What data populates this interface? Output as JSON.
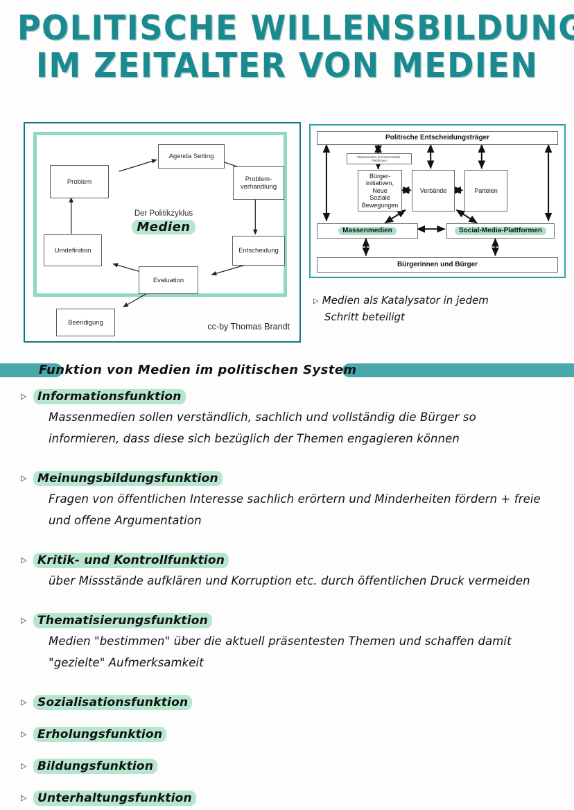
{
  "title": {
    "line1": "POLITISCHE WILLENSBILDUNG",
    "line2": "IM ZEITALTER VON MEDIEN",
    "color": "#1a8a8f"
  },
  "colors": {
    "teal": "#1a8a8f",
    "banner_teal": "#49a8ac",
    "mint_highlight": "#b7e6cf",
    "diagram_border": "#11767e",
    "diagram_inner_frame": "#8fd9c0"
  },
  "policy_cycle_diagram": {
    "center_label": "Der Politikzyklus",
    "center_highlight": "Medien",
    "credit": "cc-by Thomas Brandt",
    "nodes": [
      {
        "id": "problem",
        "label": "Problem"
      },
      {
        "id": "agenda",
        "label": "Agenda Setting"
      },
      {
        "id": "verhandlung",
        "label": "Problem-\nverhandlung"
      },
      {
        "id": "entscheidung",
        "label": "Entscheidung"
      },
      {
        "id": "evaluation",
        "label": "Evaluation"
      },
      {
        "id": "umdefinition",
        "label": "Umdefinition"
      },
      {
        "id": "beendigung",
        "label": "Beendigung"
      }
    ]
  },
  "political_system_diagram": {
    "top_box": "Politische Entscheidungsträger",
    "small_box": "Massenmedien und Social-Media-Plattformen",
    "middle_boxes": [
      "Bürger-\ninitiativen,\nNeue\nSoziale\nBewegungen",
      "Verbände",
      "Parteien"
    ],
    "media_boxes": [
      "Massenmedien",
      "Social-Media-Plattformen"
    ],
    "bottom_box": "Bürgerinnen und Bürger"
  },
  "note": {
    "bullet": "▷",
    "line1": "Medien als Katalysator in jedem",
    "line2": "Schritt beteiligt"
  },
  "section": {
    "heading": "Funktion von Medien im politischen System"
  },
  "functions": [
    {
      "bullet": "▷",
      "heading": "Informationsfunktion",
      "body": "Massenmedien sollen verständlich, sachlich und vollständig die Bürger so informieren, dass diese sich bezüglich der Themen engagieren können"
    },
    {
      "bullet": "▷",
      "heading": "Meinungsbildungsfunktion",
      "body": "Fragen von öffentlichen Interesse sachlich erörtern und Minderheiten fördern + freie und offene Argumentation"
    },
    {
      "bullet": "▷",
      "heading": "Kritik- und Kontrollfunktion",
      "body": "über Missstände aufklären und Korruption etc. durch öffentlichen Druck vermeiden"
    },
    {
      "bullet": "▷",
      "heading": "Thematisierungsfunktion",
      "body": "Medien \"bestimmen\" über die aktuell präsentesten Themen und schaffen damit \"gezielte\" Aufmerksamkeit"
    },
    {
      "bullet": "▷",
      "heading": "Sozialisationsfunktion",
      "body": ""
    },
    {
      "bullet": "▷",
      "heading": "Erholungsfunktion",
      "body": ""
    },
    {
      "bullet": "▷",
      "heading": "Bildungsfunktion",
      "body": ""
    },
    {
      "bullet": "▷",
      "heading": "Unterhaltungsfunktion",
      "body": ""
    }
  ]
}
